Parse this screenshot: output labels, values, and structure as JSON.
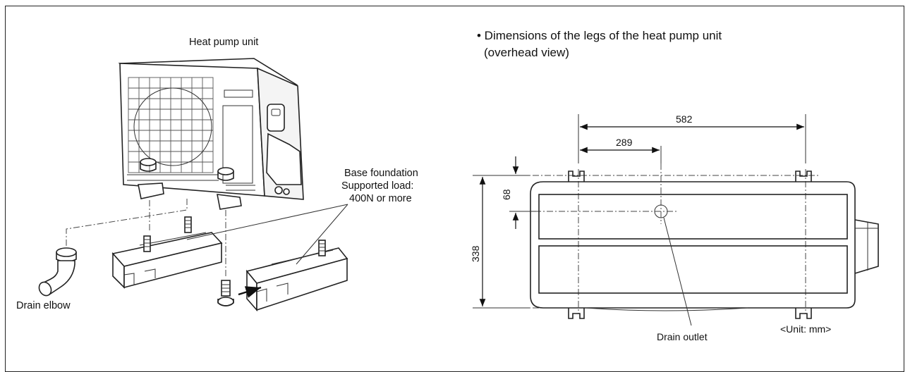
{
  "left_panel": {
    "title": "Heat pump unit",
    "base_foundation_lines": [
      "Base foundation",
      "Supported load:",
      "400N or more"
    ],
    "drain_elbow": "Drain elbow"
  },
  "right_panel": {
    "title_lines": [
      "• Dimensions of the legs of the heat pump unit",
      "(overhead view)"
    ],
    "dimensions": {
      "width_total": "582",
      "width_half": "289",
      "depth": "338",
      "offset": "68"
    },
    "drain_outlet": "Drain outlet",
    "unit_note": "<Unit: mm>"
  }
}
